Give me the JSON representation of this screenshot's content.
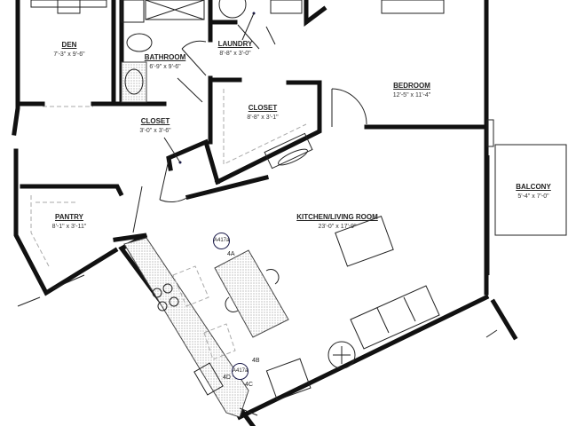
{
  "rooms": [
    {
      "name": "DEN",
      "dim": "7'-3\" x 9'-6\""
    },
    {
      "name": "BATHROOM",
      "dim": "6'-9\" x 9'-6\""
    },
    {
      "name": "LAUNDRY",
      "dim": "8'-8\" x 3'-0\""
    },
    {
      "name": "CLOSET",
      "dim": "8'-8\" x 3'-1\""
    },
    {
      "name": "CLOSET",
      "dim": "3'-0\" x 3'-6\""
    },
    {
      "name": "BEDROOM",
      "dim": "12'-5\" x 11'-4\""
    },
    {
      "name": "BALCONY",
      "dim": "5'-4\" x 7'-0\""
    },
    {
      "name": "PANTRY",
      "dim": "8'-1\" x 3'-11\""
    },
    {
      "name": "KITCHEN/LIVING ROOM",
      "dim": "23'-0\" x 17'-9\""
    }
  ],
  "markers": {
    "elev1": {
      "ref": "A417a",
      "view": "4A"
    },
    "elev2": {
      "ref": "A417a",
      "views": [
        "4B",
        "4C",
        "4D"
      ]
    }
  }
}
